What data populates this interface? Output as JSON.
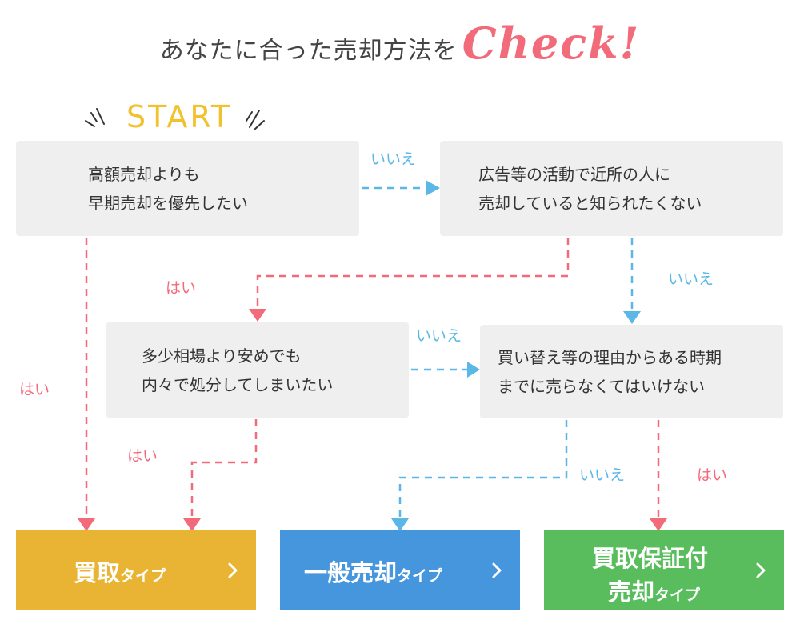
{
  "title": {
    "main": "あなたに合った売却方法を",
    "accent": "Check!"
  },
  "start_label": "START",
  "questions": [
    {
      "lines": [
        "高額売却よりも",
        "早期売却を優先したい"
      ]
    },
    {
      "lines": [
        "広告等の活動で近所の人に",
        "売却していると知られたくない"
      ]
    },
    {
      "lines": [
        "多少相場より安めでも",
        "内々で処分してしまいたい"
      ]
    },
    {
      "lines": [
        "買い替え等の理由からある時期",
        "までに売らなくてはいけない"
      ]
    }
  ],
  "edge_labels": {
    "q1_no": "いいえ",
    "q1_yes": "はい",
    "q2_yes": "はい",
    "q2_no": "いいえ",
    "q3_no": "いいえ",
    "q3_yes": "はい",
    "q4_no": "いいえ",
    "q4_yes": "はい"
  },
  "results": [
    {
      "line1": "買取",
      "line1_small": "タイプ"
    },
    {
      "line1": "一般売却",
      "line1_small": "タイプ"
    },
    {
      "line1": "買取保証付",
      "line2": "売却",
      "line2_small": "タイプ"
    }
  ],
  "colors": {
    "yes": "#f26b7a",
    "no": "#5bb8e6",
    "start": "#f2c12e",
    "result_buy": "#e9b433",
    "result_general": "#4596dc",
    "result_guarantee": "#59bd5d",
    "question_bg": "#efefef"
  }
}
